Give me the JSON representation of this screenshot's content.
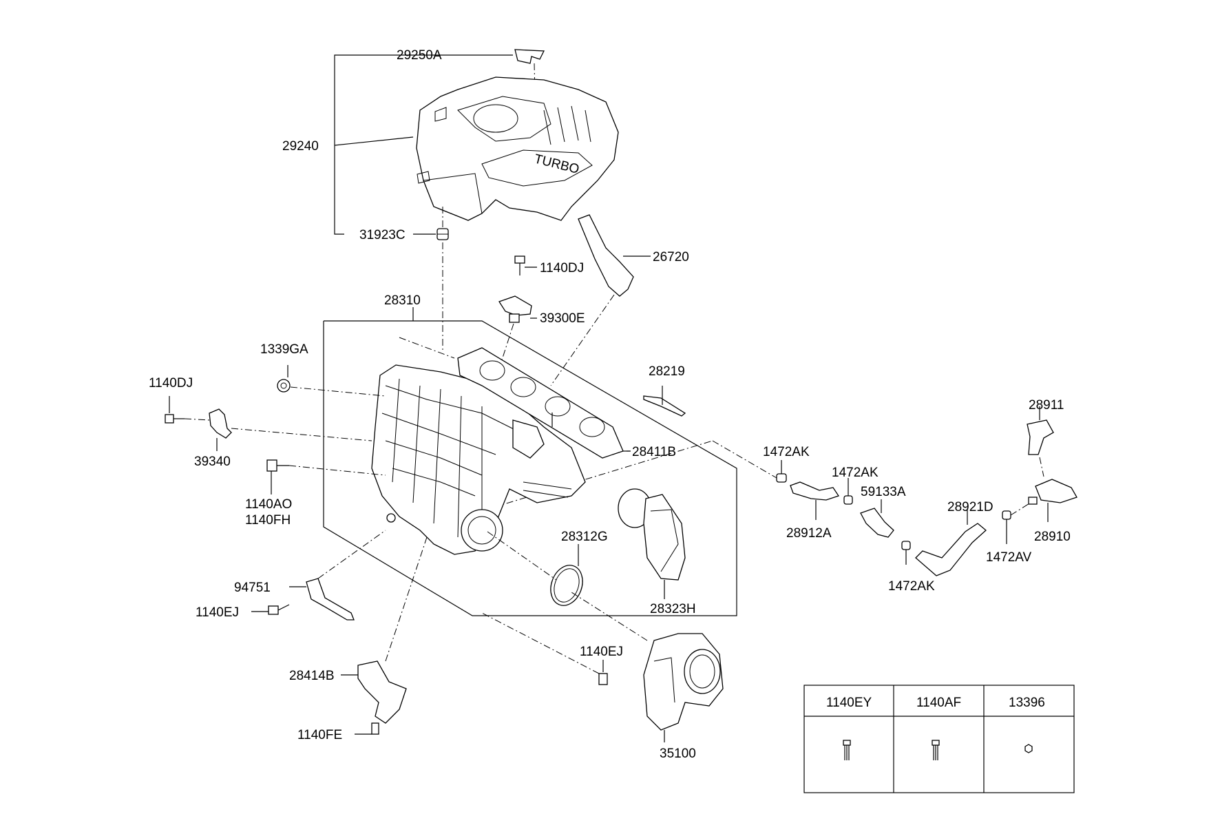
{
  "labels": {
    "p29250A": "29250A",
    "p29240": "29240",
    "p31923C": "31923C",
    "p26720": "26720",
    "p1140DJ_top": "1140DJ",
    "p39300E": "39300E",
    "p28310": "28310",
    "p1339GA": "1339GA",
    "p28219": "28219",
    "p1140DJ_left": "1140DJ",
    "p39340": "39340",
    "p28411B": "28411B",
    "p1140AO": "1140AO",
    "p1140FH": "1140FH",
    "p1472AK_a": "1472AK",
    "p1472AK_b": "1472AK",
    "p59133A": "59133A",
    "p28911": "28911",
    "p28912A": "28912A",
    "p28921D": "28921D",
    "p28910": "28910",
    "p28312G": "28312G",
    "p1472AV": "1472AV",
    "p1472AK_c": "1472AK",
    "p94751": "94751",
    "p1140EJ_left": "1140EJ",
    "p28323H": "28323H",
    "p1140EJ_mid": "1140EJ",
    "p28414B": "28414B",
    "p1140FE": "1140FE",
    "p35100": "35100"
  },
  "table": {
    "headers": [
      "1140EY",
      "1140AF",
      "13396"
    ],
    "icons": [
      "bolt-icon",
      "bolt-icon",
      "nut-icon"
    ]
  },
  "cover_text": "TURBO"
}
